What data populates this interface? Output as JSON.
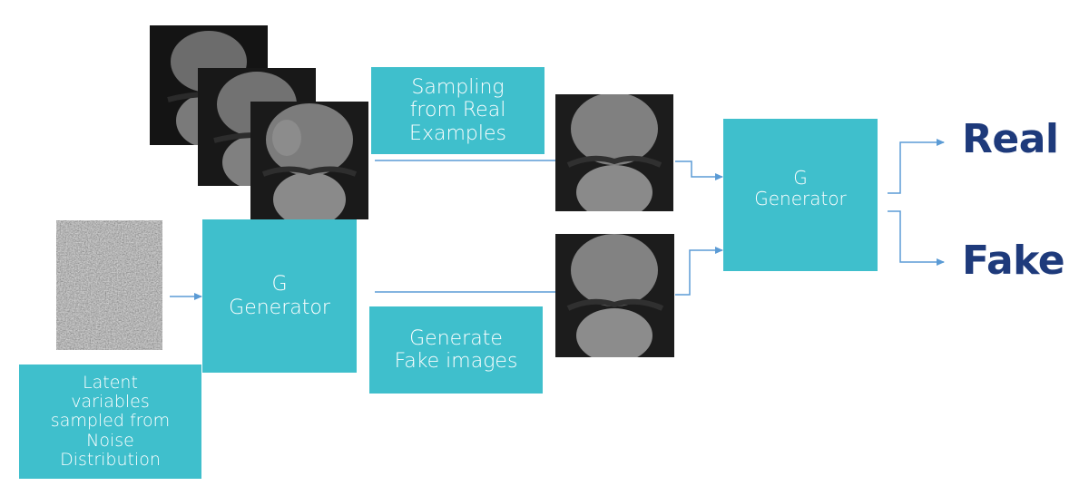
{
  "colors": {
    "box": "#3fbfcc",
    "arrow": "#5b9bd5",
    "output_text": "#1e3a7b"
  },
  "boxes": {
    "sampling": "Sampling\nfrom Real\nExamples",
    "generator_left": {
      "letter": "G",
      "word": "Generator"
    },
    "generate_fake": "Generate\nFake images",
    "latent": "Latent\nvariables\nsampled from\nNoise\nDistribution",
    "generator_right": {
      "letter": "G",
      "word": "Generator"
    }
  },
  "outputs": {
    "real": "Real",
    "fake": "Fake"
  }
}
